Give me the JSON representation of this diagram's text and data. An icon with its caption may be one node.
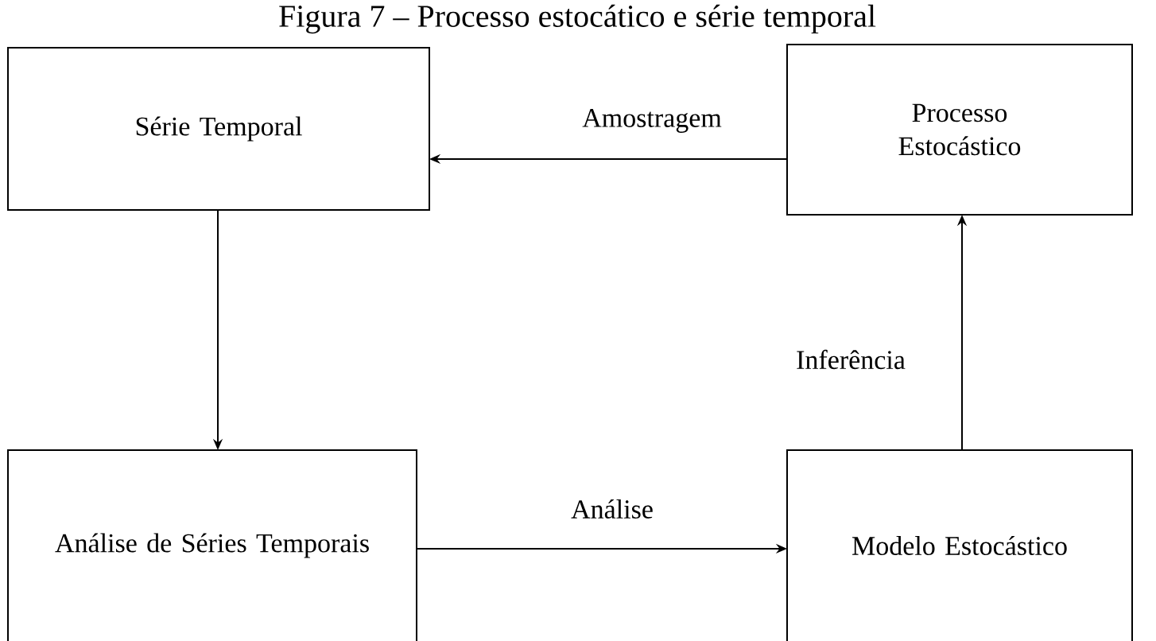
{
  "diagram": {
    "title": "Figura 7 – Processo estocático e série temporal",
    "nodes": [
      {
        "text": [
          "Série Temporal"
        ]
      },
      {
        "text": [
          "Processo Estocástico"
        ]
      },
      {
        "text": [
          "Análise de Séries Temporais"
        ]
      },
      {
        "text": [
          "Modelo Estocástico"
        ]
      }
    ],
    "edges": [
      {
        "from": 1,
        "to": 0,
        "arrow": "to",
        "label": "Amostragem"
      },
      {
        "from": 0,
        "to": 2,
        "arrow": "to"
      },
      {
        "from": 2,
        "to": 3,
        "arrow": "to",
        "label": "Análise"
      },
      {
        "from": 3,
        "to": 1,
        "arrow": "to",
        "label": "Inferência"
      }
    ]
  }
}
